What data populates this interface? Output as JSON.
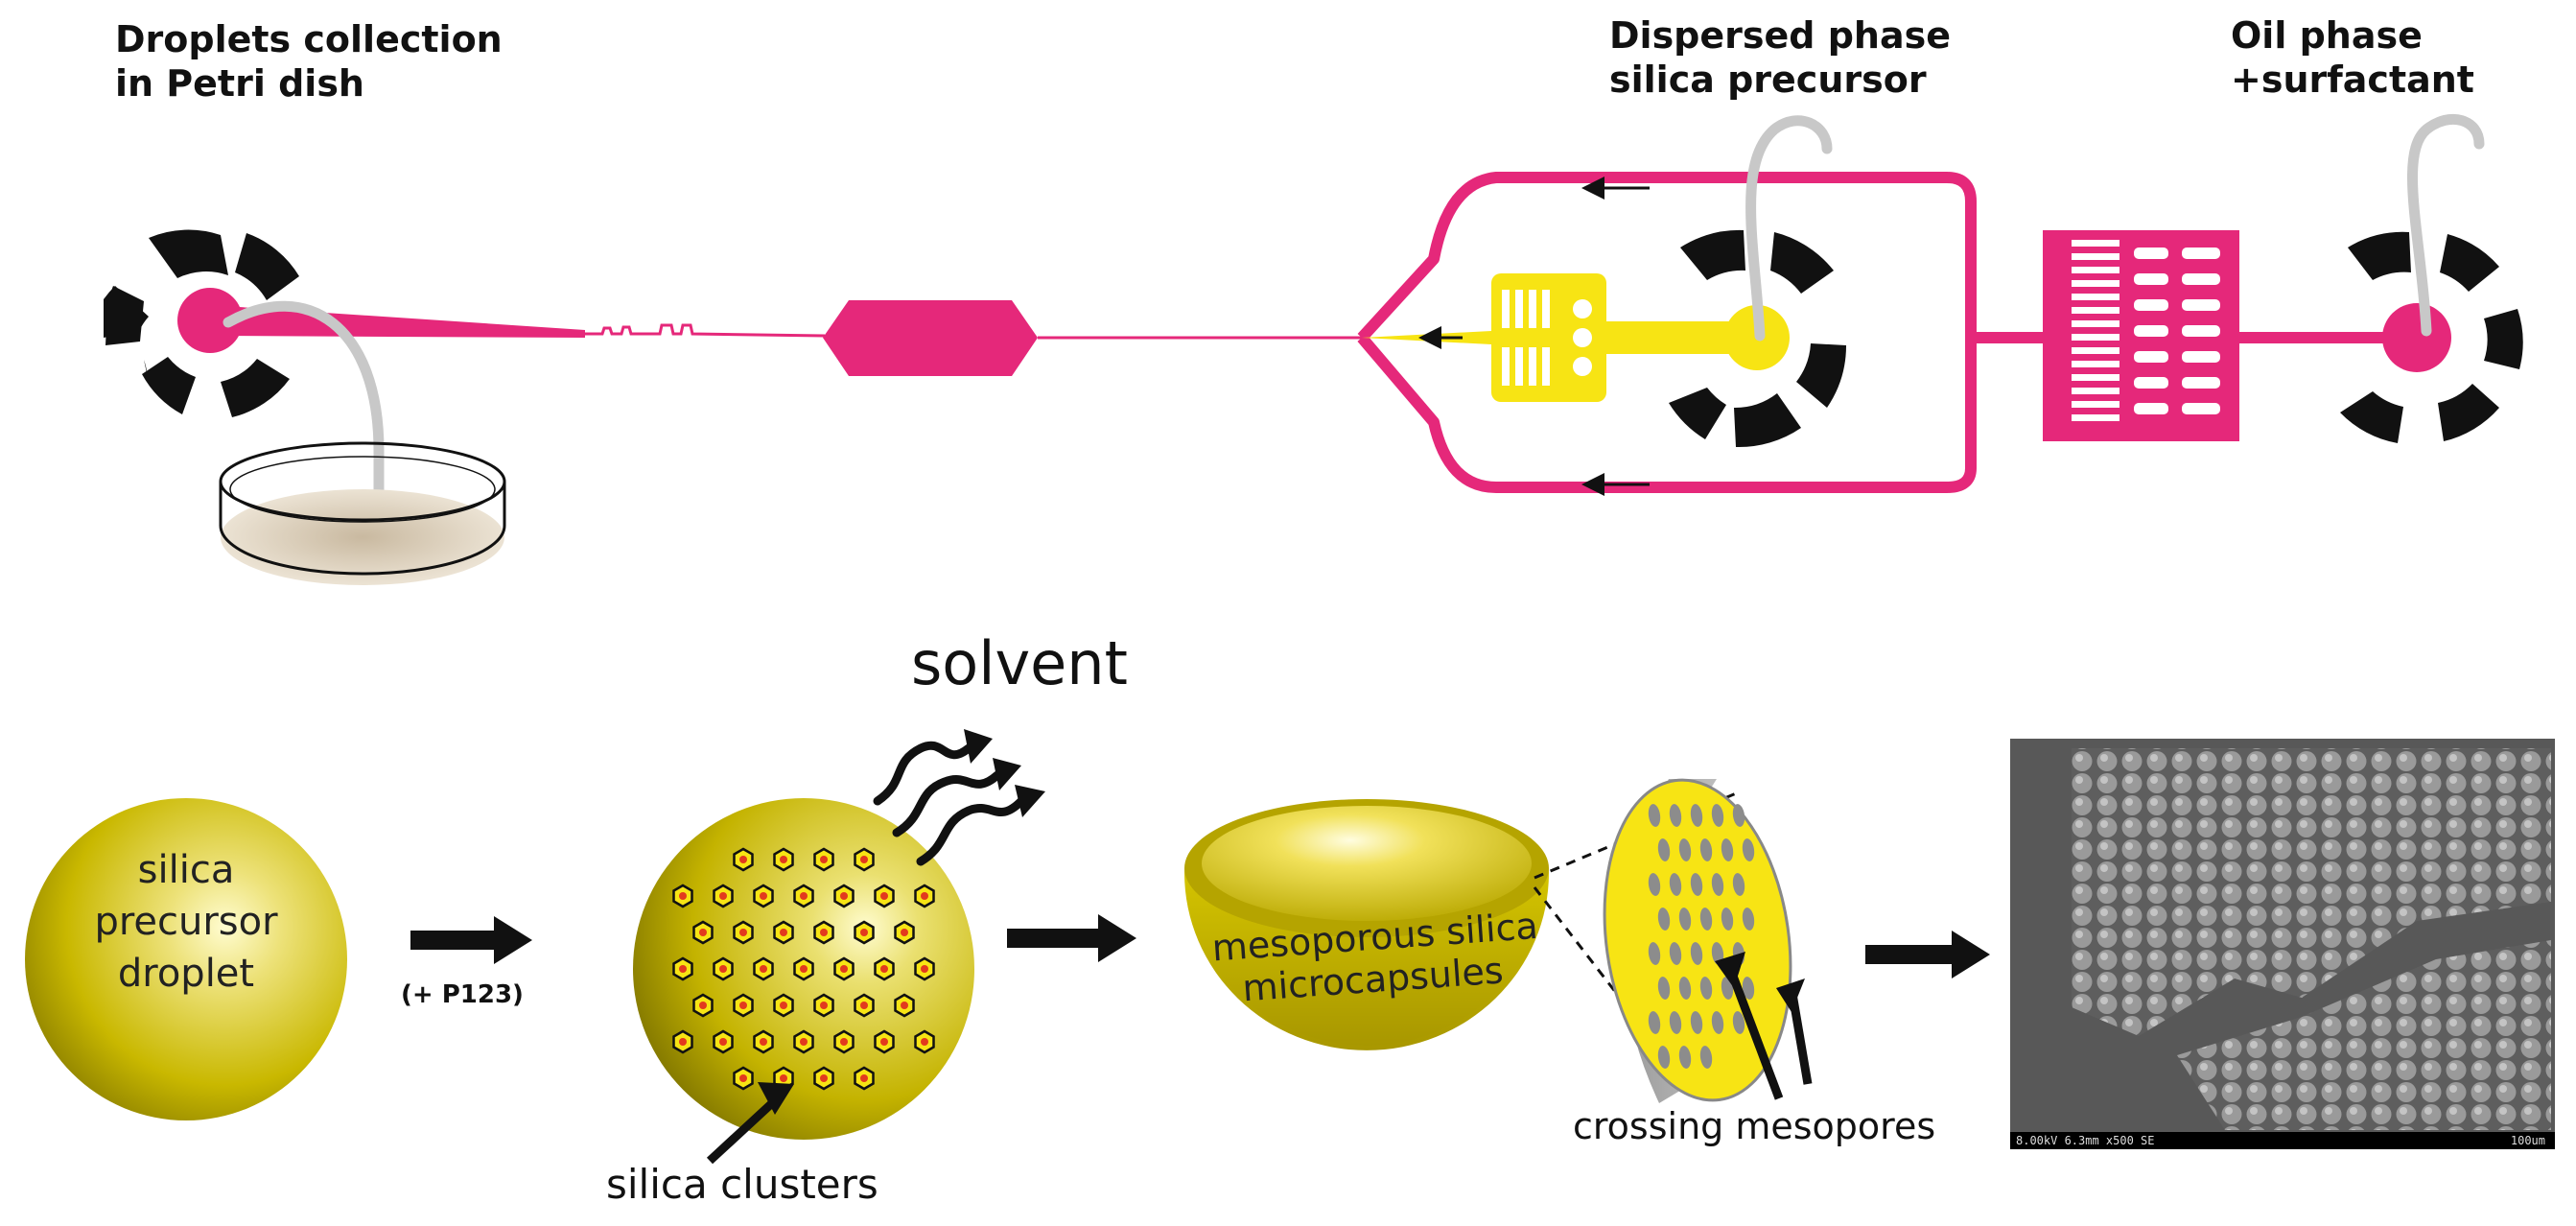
{
  "labels": {
    "droplets_collection_line1": "Droplets collection",
    "droplets_collection_line2": "in Petri dish",
    "dispersed_phase_line1": "Dispersed phase",
    "dispersed_phase_line2": "silica precursor",
    "oil_phase_line1": "Oil phase",
    "oil_phase_line2": "+surfactant",
    "droplet_line1": "silica",
    "droplet_line2": "precursor",
    "droplet_line3": "droplet",
    "p123": "(+ P123)",
    "solvent": "solvent",
    "silica_clusters": "silica clusters",
    "mesoporous_line1": "mesoporous silica",
    "mesoporous_line2": "microcapsules",
    "crossing_mesopores": "crossing mesopores",
    "sem_info": "8.00kV 6.3mm x500 SE",
    "sem_scale": "100um"
  },
  "colors": {
    "magenta": "#E5287A",
    "yellow": "#F7E414",
    "sphere_gold": "#C9B800",
    "black": "#111111",
    "tube_gray": "#C8C8C8",
    "sem_bg": "#5a5a5a"
  }
}
